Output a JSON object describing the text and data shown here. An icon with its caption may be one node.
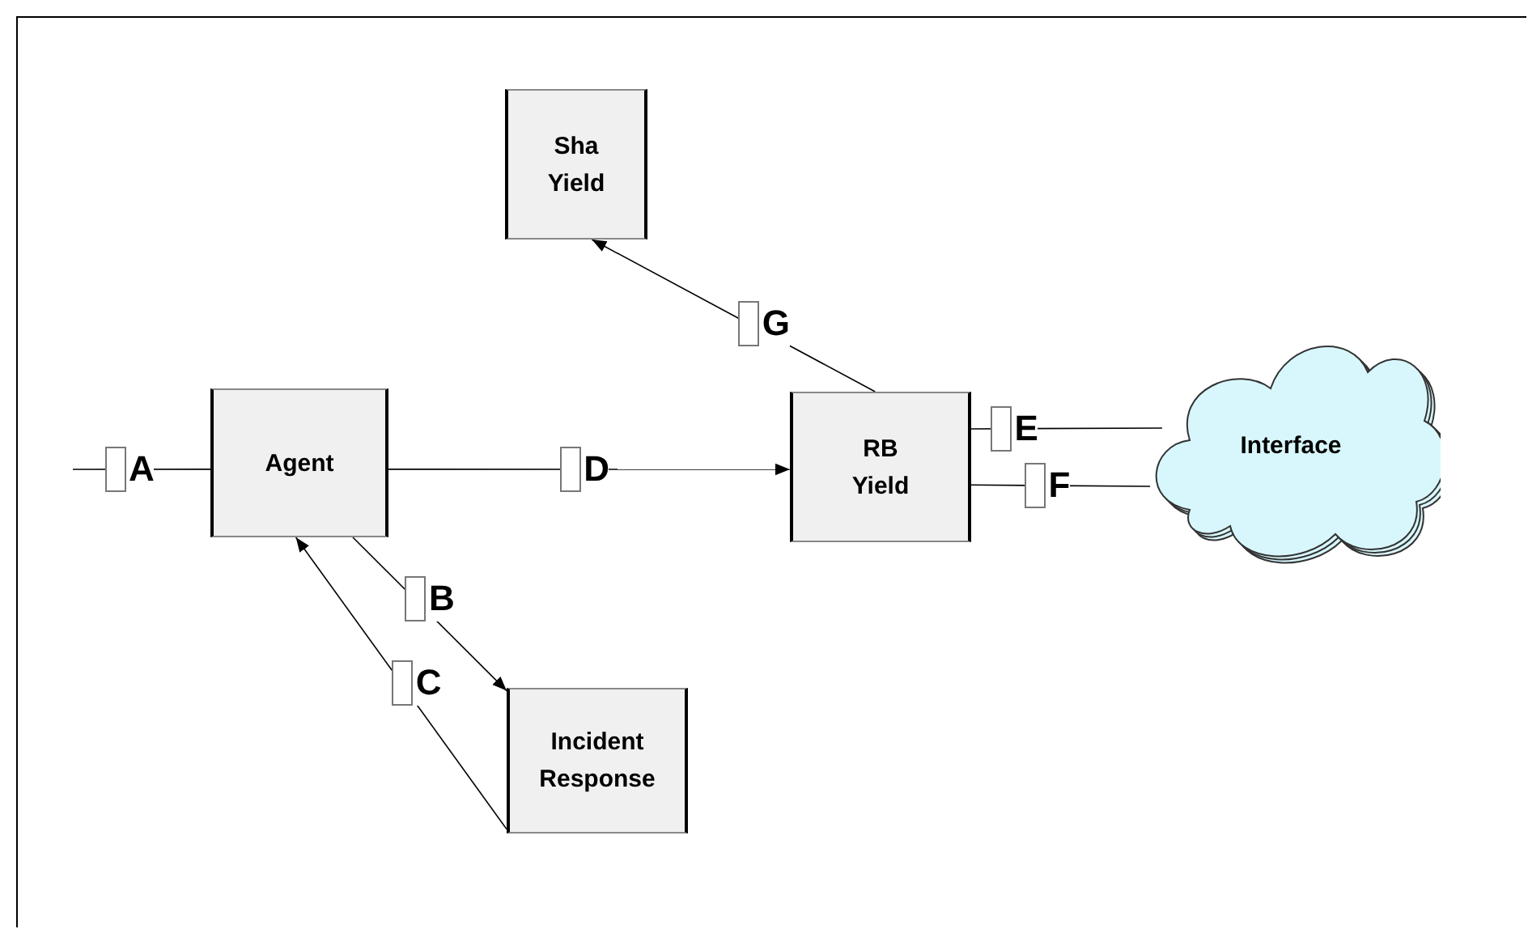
{
  "diagram": {
    "nodes": [
      {
        "text": [
          "Sha",
          "Yield"
        ]
      },
      {
        "text": [
          "Agent"
        ]
      },
      {
        "text": [
          "RB",
          "Yield"
        ]
      },
      {
        "text": [
          "Interface"
        ]
      },
      {
        "text": [
          "Incident",
          "Response"
        ]
      }
    ],
    "edges": [
      {
        "from": null,
        "to": 1,
        "arrow": "none",
        "label": "A"
      },
      {
        "from": 1,
        "to": 4,
        "arrow": "to",
        "label": "B"
      },
      {
        "from": 4,
        "to": 1,
        "arrow": "to",
        "label": "C"
      },
      {
        "from": 1,
        "to": 2,
        "arrow": "to",
        "label": "D"
      },
      {
        "from": 2,
        "to": 3,
        "arrow": "none",
        "label": "E"
      },
      {
        "from": 2,
        "to": 3,
        "arrow": "none",
        "label": "F"
      },
      {
        "from": 2,
        "to": 0,
        "arrow": "to",
        "label": "G"
      }
    ]
  }
}
